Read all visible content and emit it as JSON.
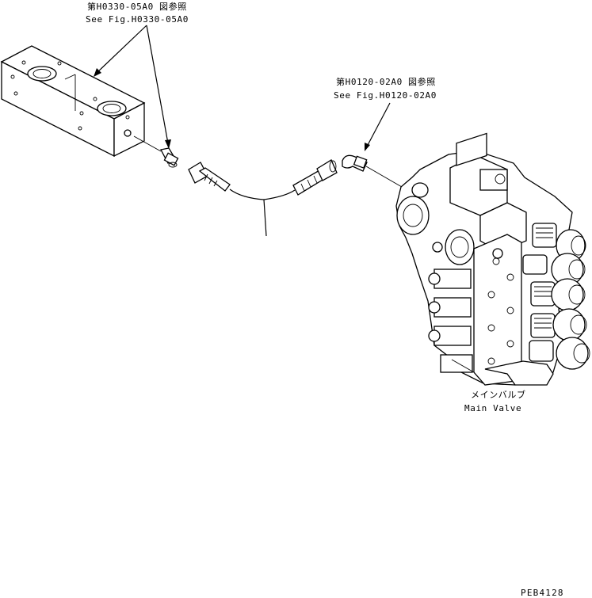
{
  "callouts": {
    "top_left_ja": "第H0330-05A0 図参照",
    "top_left_en": "See Fig.H0330-05A0",
    "top_right_ja": "第H0120-02A0 図参照",
    "top_right_en": "See Fig.H0120-02A0",
    "main_valve_ja": "メインバルブ",
    "main_valve_en": "Main Valve"
  },
  "drawing_code": "PEB4128",
  "icons": {
    "block": "valve-block-icon",
    "fitting": "hose-fitting-icon",
    "main_valve": "main-valve-icon"
  }
}
